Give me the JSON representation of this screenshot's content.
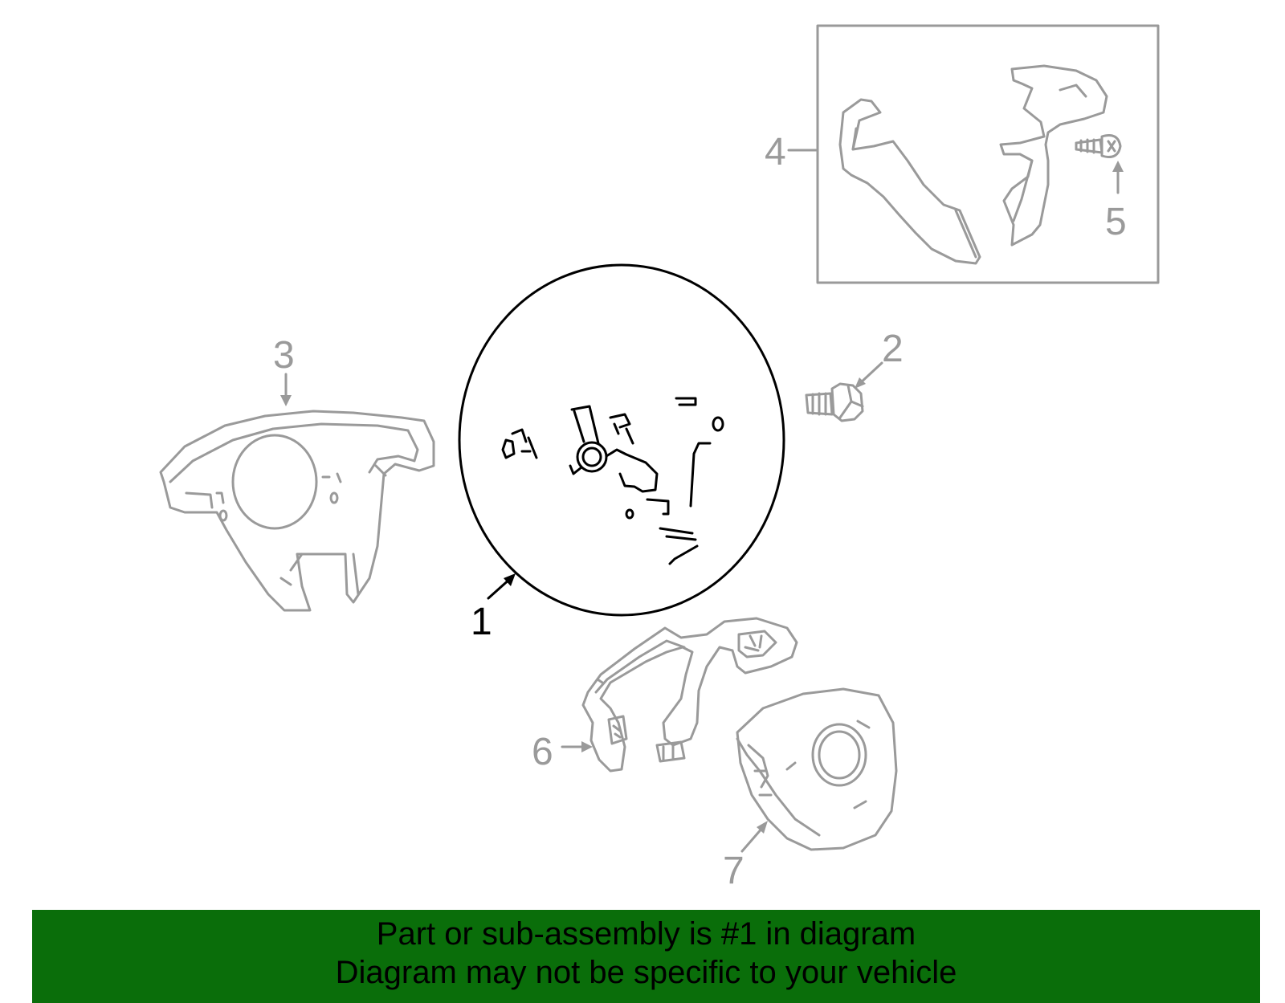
{
  "callouts": {
    "c1": "1",
    "c2": "2",
    "c3": "3",
    "c4": "4",
    "c5": "5",
    "c6": "6",
    "c7": "7"
  },
  "banner": {
    "line1": "Part or sub-assembly is #1 in diagram",
    "line2": "Diagram may not be specific to your vehicle"
  },
  "colors": {
    "banner_bg": "#0a6e0a",
    "highlight": "#000000",
    "other_parts": "#9a9a9a"
  }
}
